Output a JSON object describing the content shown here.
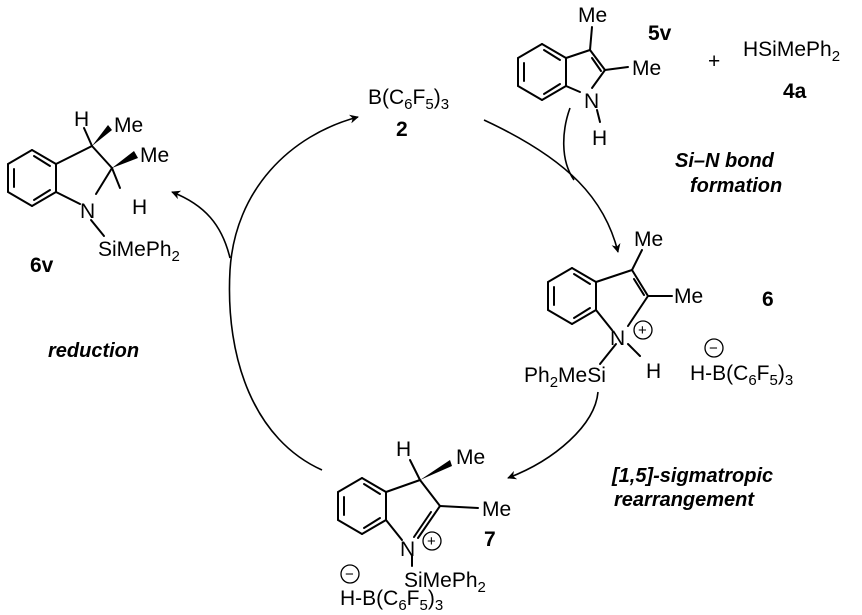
{
  "reagents": {
    "indole": {
      "atoms": {
        "me_top": "Me",
        "me_right": "Me",
        "n": "N",
        "h": "H"
      },
      "label": "5v"
    },
    "silane": {
      "plus": "+",
      "formula": "HSiMePh",
      "sub": "2",
      "label": "4a"
    }
  },
  "catalyst": {
    "formula_parts": [
      "B(C",
      "6",
      "F",
      "5",
      ")",
      "3"
    ],
    "label": "2"
  },
  "conditions": {
    "step1": [
      "Si–N bond",
      "formation"
    ],
    "step2": [
      "[1,5]-sigmatropic",
      "rearrangement"
    ],
    "step3": "reduction"
  },
  "intermediate6": {
    "atoms": {
      "me_top": "Me",
      "me_right": "Me",
      "n": "N",
      "h": "H",
      "plus": "+",
      "si": "Ph",
      "si_sub": "2",
      "si_rest": "MeSi"
    },
    "anion": {
      "minus": "−",
      "parts": [
        "H-B(C",
        "6",
        "F",
        "5",
        ")",
        "3"
      ]
    },
    "label": "6"
  },
  "intermediate7": {
    "atoms": {
      "h": "H",
      "me_top": "Me",
      "me_right": "Me",
      "n": "N",
      "plus": "+",
      "si": "SiMePh",
      "si_sub": "2"
    },
    "anion": {
      "minus": "−",
      "parts": [
        "H-B(C",
        "6",
        "F",
        "5",
        ")",
        "3"
      ]
    },
    "label": "7"
  },
  "product": {
    "atoms": {
      "h": "H",
      "me_top": "Me",
      "me_right": "Me",
      "h2": "H",
      "n": "N",
      "si": "SiMePh",
      "si_sub": "2"
    },
    "label": "6v"
  }
}
